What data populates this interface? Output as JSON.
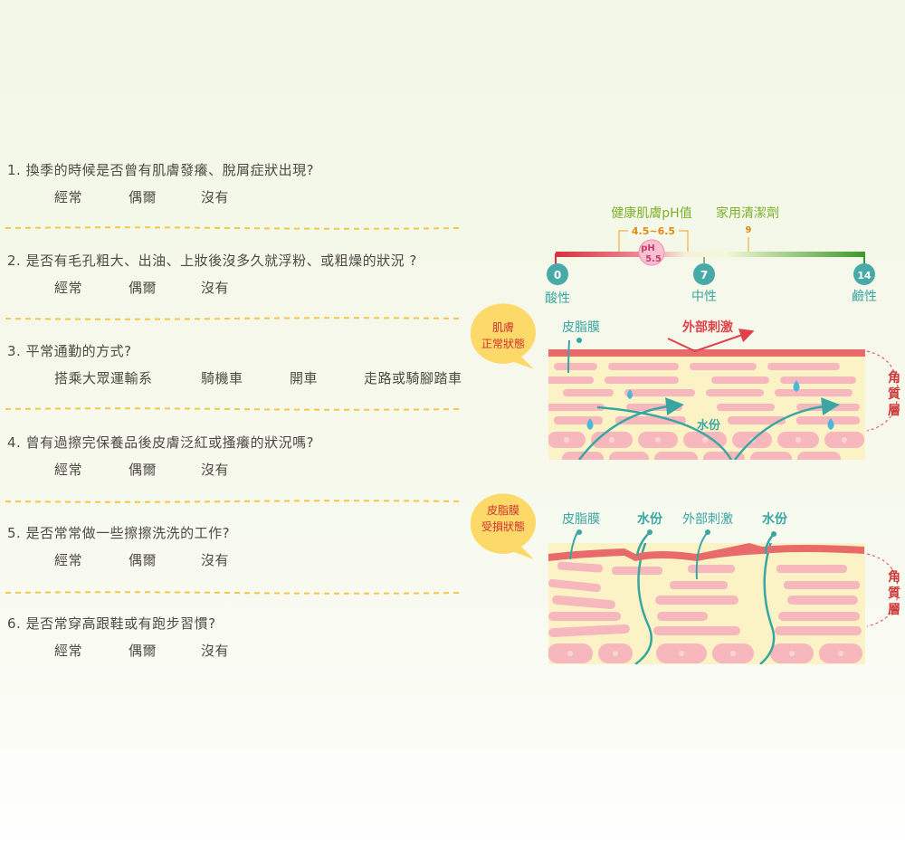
{
  "questions": [
    {
      "title": "1. 換季的時候是否曾有肌膚發癢、脫屑症狀出現?",
      "options": [
        "經常",
        "偶爾",
        "沒有"
      ]
    },
    {
      "title": "2. 是否有毛孔粗大、出油、上妝後沒多久就浮粉、或粗燥的狀況 ?",
      "options": [
        "經常",
        "偶爾",
        "沒有"
      ]
    },
    {
      "title": "3. 平常通勤的方式?",
      "options": [
        "搭乘大眾運輸系",
        "騎機車",
        "開車",
        "走路或騎腳踏車"
      ]
    },
    {
      "title": "4. 曾有過擦完保養品後皮膚泛紅或搔癢的狀況嗎?",
      "options": [
        "經常",
        "偶爾",
        "沒有"
      ]
    },
    {
      "title": "5. 是否常常做一些擦擦洗洗的工作?",
      "options": [
        "經常",
        "偶爾",
        "沒有"
      ]
    },
    {
      "title": "6. 是否常穿高跟鞋或有跑步習慣?",
      "options": [
        "經常",
        "偶爾",
        "沒有"
      ]
    }
  ],
  "ph_scale": {
    "skin_label": "健康肌膚pH值",
    "skin_range": "4.5~6.5",
    "detergent_label": "家用清潔劑",
    "detergent_value": "9",
    "ph_word": "pH",
    "ph_value": "5.5",
    "ticks": [
      {
        "num": "0",
        "label": "酸性"
      },
      {
        "num": "7",
        "label": "中性"
      },
      {
        "num": "14",
        "label": "鹼性"
      }
    ]
  },
  "normal_skin": {
    "bubble": [
      "肌膚",
      "正常狀態"
    ],
    "sebum_label": "皮脂膜",
    "stimulus_label": "外部刺激",
    "water_label": "水份",
    "layer_label": [
      "角",
      "質",
      "層"
    ]
  },
  "damaged_skin": {
    "bubble": [
      "皮脂膜",
      "受損狀態"
    ],
    "sebum_label": "皮脂膜",
    "water_label_1": "水份",
    "stimulus_label": "外部刺激",
    "water_label_2": "水份",
    "layer_label": [
      "角",
      "質",
      "層"
    ]
  },
  "colors": {
    "question_text": "#4e4a45",
    "divider": "#f4c64a",
    "teal": "#3aa6a3",
    "red": "#e2404b",
    "green_label": "#7db12a",
    "skin_line": "#e86a6a",
    "cell_pink": "#f6b8bd",
    "cell_cream": "#fbf3c6",
    "bubble": "#fdd96a"
  }
}
